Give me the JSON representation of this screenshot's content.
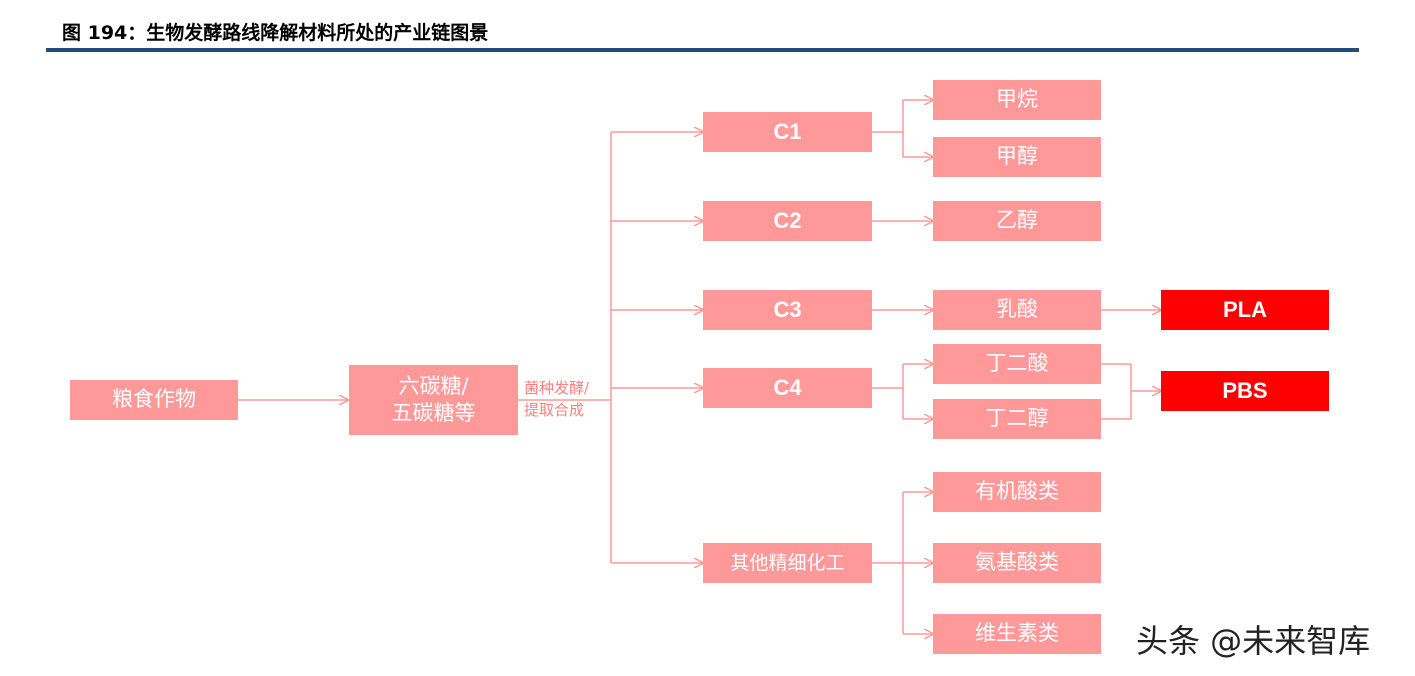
{
  "header": {
    "title": "图 194：生物发酵路线降解材料所处的产业链图景"
  },
  "diagram": {
    "colors": {
      "node": "#ff9999",
      "final_node": "#ff0000",
      "arrow": "#ff9999",
      "header_rule": "#1f4e79"
    },
    "nodes": {
      "grain": "粮食作物",
      "sugar_line1": "六碳糖/",
      "sugar_line2": "五碳糖等",
      "c1": "C1",
      "c2": "C2",
      "c3": "C3",
      "c4": "C4",
      "fine_chem": "其他精细化工",
      "methane": "甲烷",
      "methanol": "甲醇",
      "ethanol": "乙醇",
      "lactic_acid": "乳酸",
      "succinic_acid": "丁二酸",
      "butanediol": "丁二醇",
      "organic_acids": "有机酸类",
      "amino_acids": "氨基酸类",
      "vitamins": "维生素类",
      "pla": "PLA",
      "pbs": "PBS"
    },
    "edge_label": {
      "line1": "菌种发酵/",
      "line2": "提取合成"
    }
  },
  "watermark": "头条 @未来智库"
}
